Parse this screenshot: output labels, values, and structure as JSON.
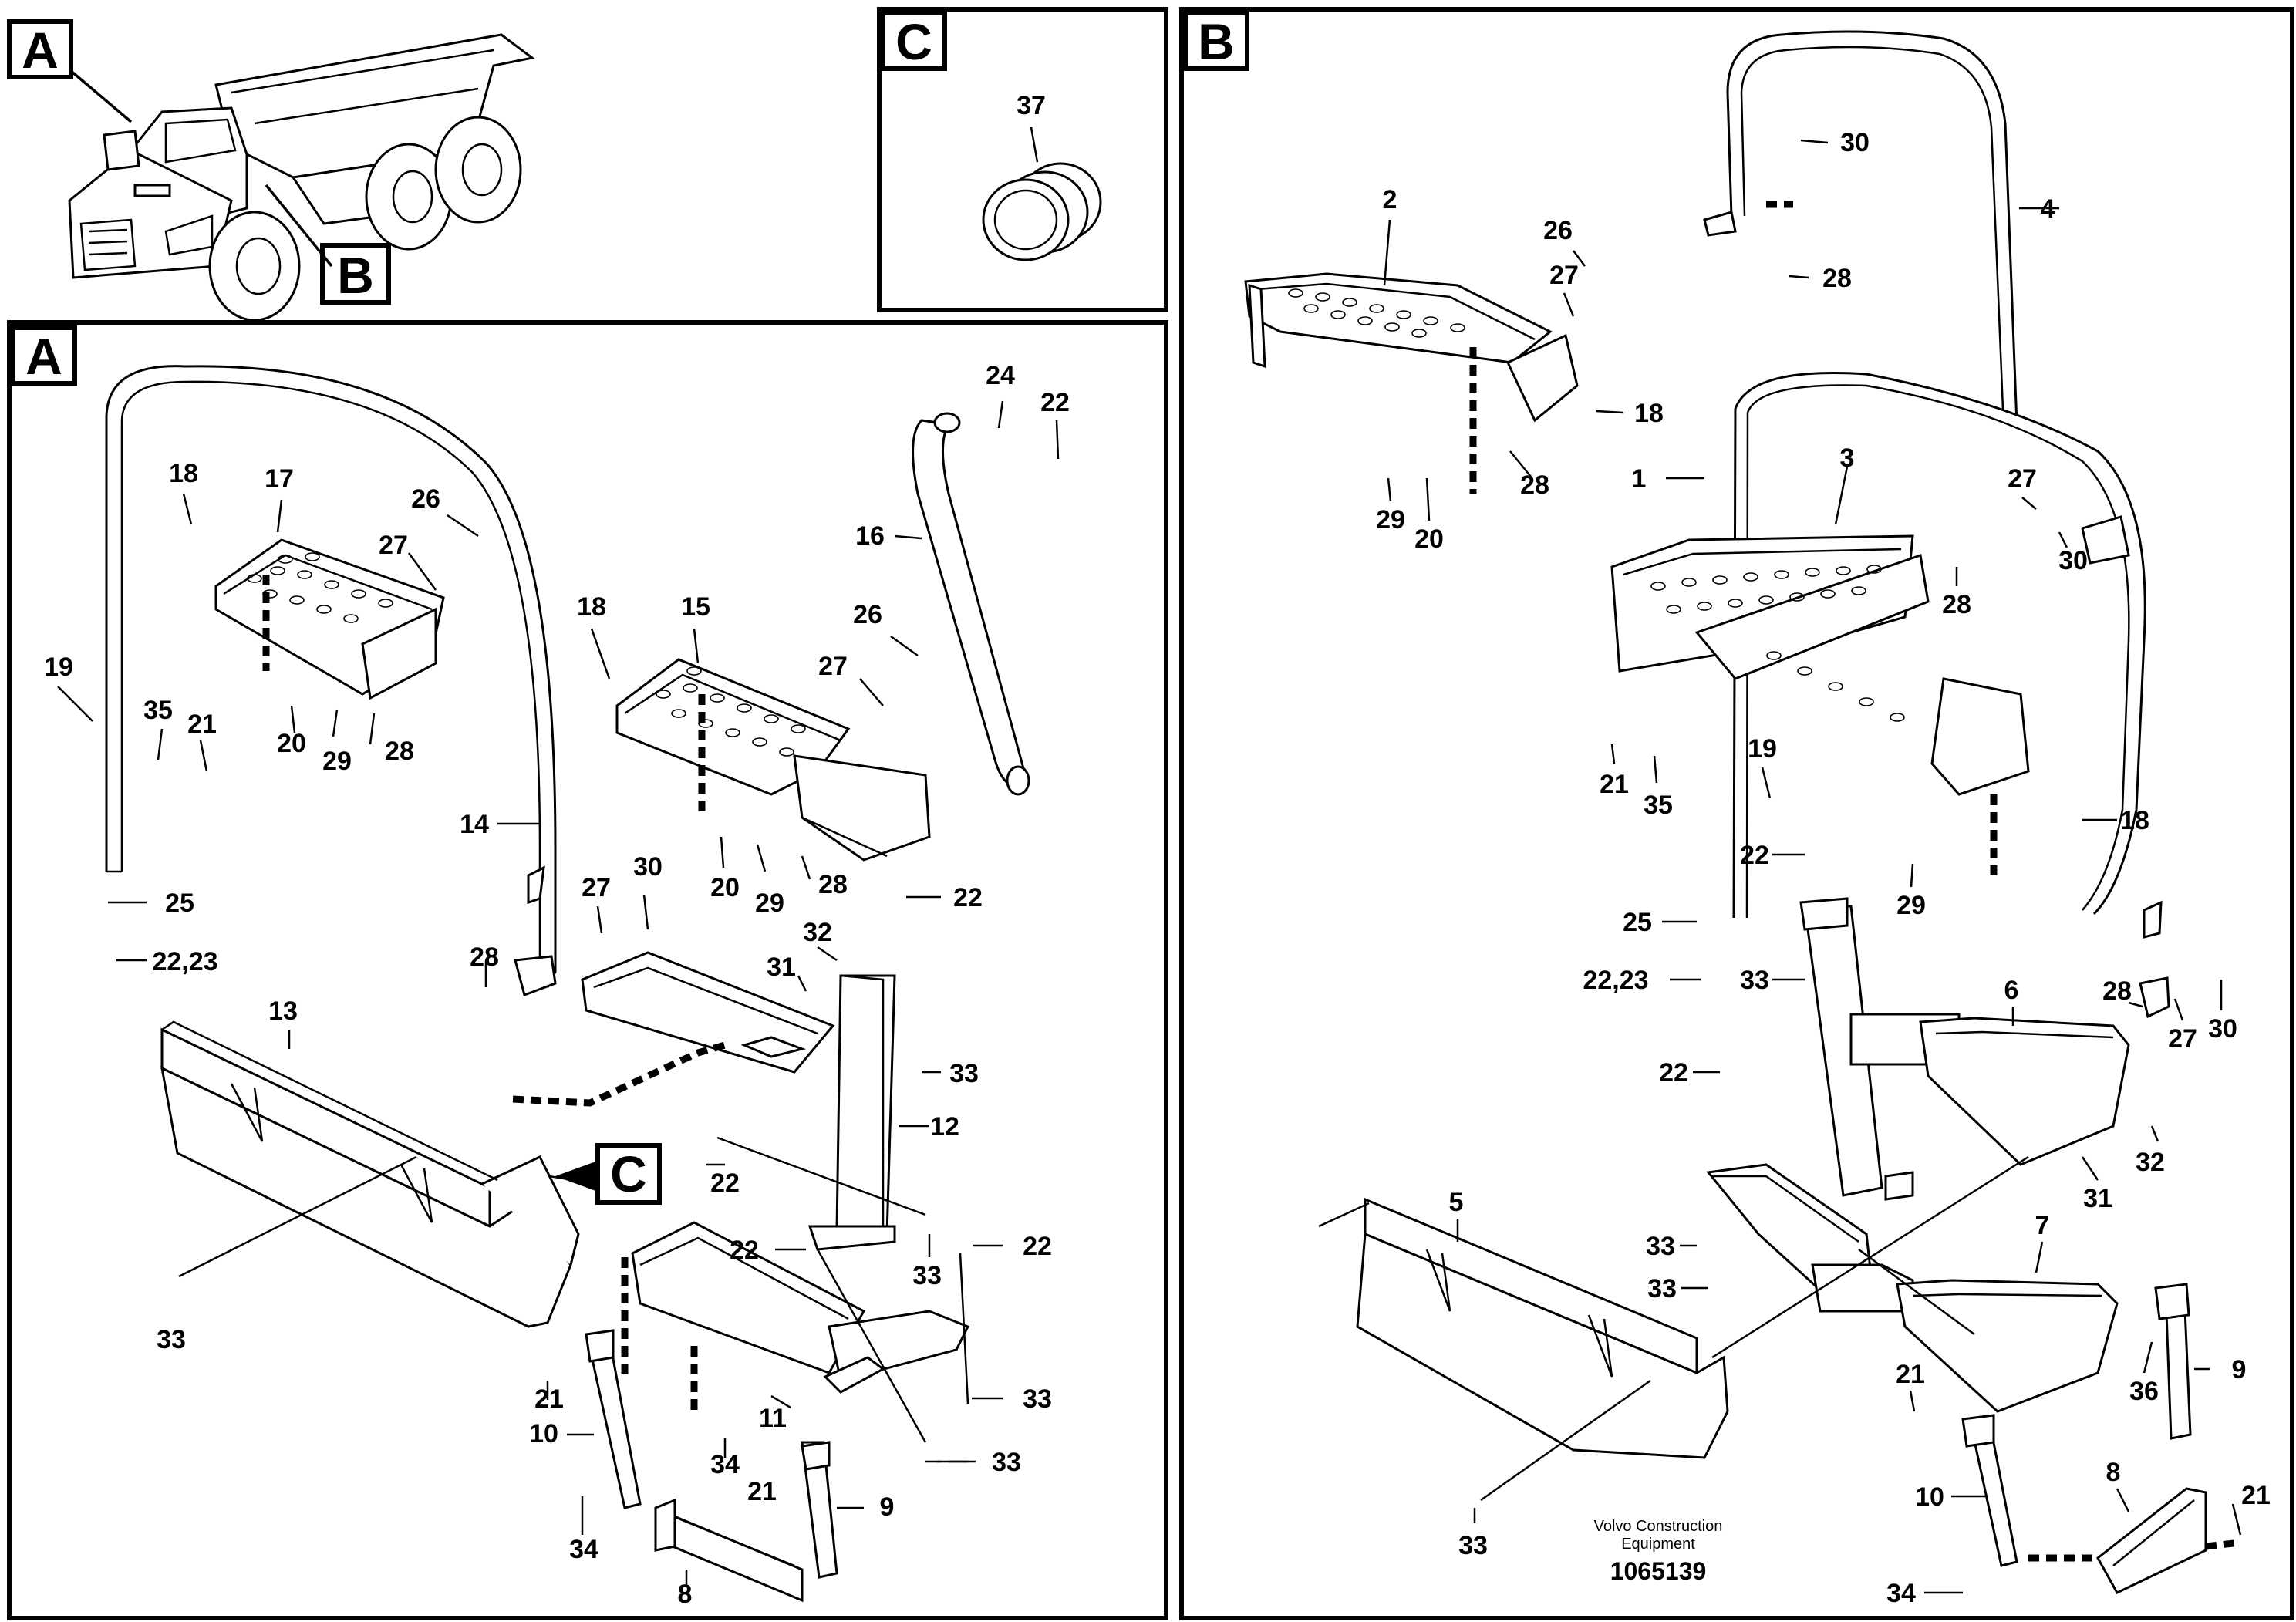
{
  "views": {
    "A": "A",
    "B": "B",
    "C": "C"
  },
  "credit": {
    "line1": "Volvo Construction",
    "line2": "Equipment",
    "doc_number": "1065139"
  },
  "part_labels": {
    "A": [
      "18",
      "17",
      "26",
      "27",
      "19",
      "35",
      "21",
      "20",
      "29",
      "28",
      "14",
      "25",
      "22,23",
      "18",
      "15",
      "26",
      "27",
      "20",
      "29",
      "28",
      "24",
      "22",
      "16",
      "27",
      "30",
      "28",
      "22",
      "32",
      "31",
      "33",
      "13",
      "12",
      "22",
      "33",
      "33",
      "22",
      "22",
      "33",
      "21",
      "10",
      "11",
      "34",
      "33",
      "21",
      "9",
      "34",
      "8",
      "33"
    ],
    "B": [
      "30",
      "28",
      "4",
      "2",
      "26",
      "27",
      "18",
      "28",
      "29",
      "20",
      "1",
      "3",
      "27",
      "30",
      "28",
      "19",
      "21",
      "35",
      "18",
      "22",
      "29",
      "25",
      "33",
      "22,23",
      "6",
      "28",
      "27",
      "30",
      "22",
      "32",
      "31",
      "5",
      "33",
      "33",
      "7",
      "9",
      "36",
      "21",
      "10",
      "8",
      "21",
      "34",
      "33"
    ],
    "C": [
      "37"
    ]
  }
}
